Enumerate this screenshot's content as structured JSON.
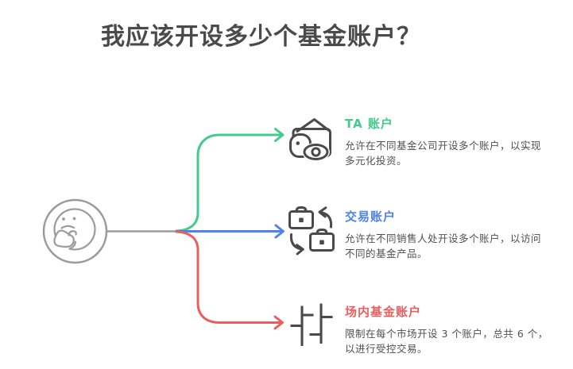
{
  "title": "我应该开设多少个基金账户？",
  "center_node": {
    "icon": "thinking-face-icon"
  },
  "branches": [
    {
      "heading": "TA 账户",
      "description": "允许在不同基金公司开设多个账户，以实现多元化投资。",
      "color": "#44ca8d",
      "icon": "wallet-eye-icon"
    },
    {
      "heading": "交易账户",
      "description": "允许在不同销售人处开设多个账户，以访问不同的基金产品。",
      "color": "#4e84ea",
      "icon": "briefcase-swap-icon"
    },
    {
      "heading": "场内基金账户",
      "description": "限制在每个市场开设 3 个账户，总共 6 个，以进行受控交易。",
      "color": "#ec5e5e",
      "icon": "candlestick-chart-icon"
    }
  ],
  "palette": {
    "title_color": "#4a4a4a",
    "node_gray": "#9b9b9b",
    "icon_dark": "#4a4a4a",
    "desc_text": "#4f4f4f",
    "background": "#ffffff"
  }
}
